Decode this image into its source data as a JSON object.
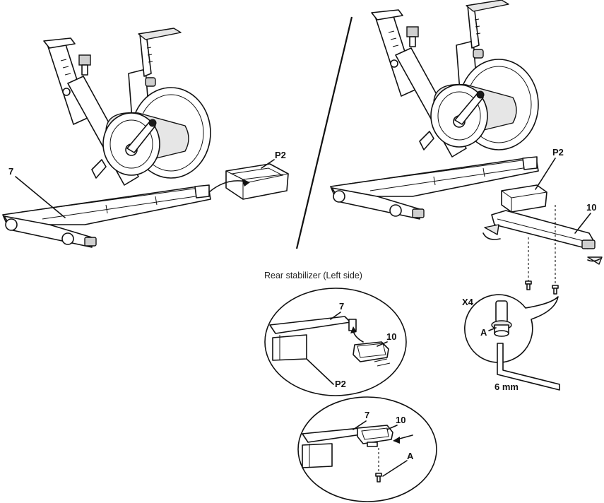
{
  "step": {
    "caption_rear_stabilizer": "Rear stabilizer (Left side)",
    "labels": {
      "part_7": "7",
      "part_p2": "P2",
      "part_10": "10",
      "bolt_qty": "X4",
      "bolt_a": "A",
      "wrench_size": "6 mm"
    },
    "icons": [
      "exercise-bike-icon",
      "bolt-icon",
      "allen-wrench-icon",
      "arrow-icon"
    ],
    "colors": {
      "line": "#111111",
      "fill_light": "#e6e6e6",
      "fill_dark": "#1a1a1a",
      "background": "#ffffff"
    }
  }
}
